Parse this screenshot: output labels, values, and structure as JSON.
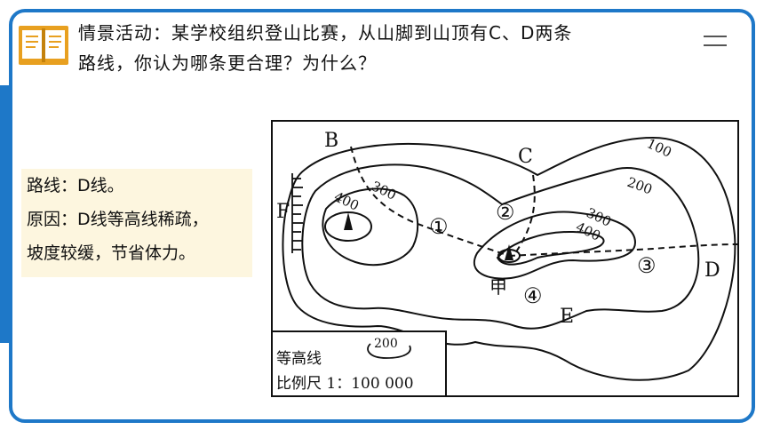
{
  "title": {
    "line1": "情景活动：某学校组织登山比赛，从山脚到山顶有C、D两条",
    "line2": "路线，你认为哪条更合理？为什么？"
  },
  "answer": {
    "line1": "路线：D线。",
    "line2": "原因：D线等高线稀疏，",
    "line3": "坡度较缓，节省体力。"
  },
  "map": {
    "point_labels": {
      "B": "B",
      "C": "C",
      "D": "D",
      "E": "E",
      "F": "F",
      "jia": "甲"
    },
    "contour_labels": {
      "c100": "100",
      "c200": "200",
      "c300_left": "300",
      "c300_right": "300",
      "c400_left": "400",
      "c400_right": "400"
    },
    "route_labels": {
      "r1": "①",
      "r2": "②",
      "r3": "③",
      "r4": "④"
    },
    "legend": {
      "contour_label": "等高线",
      "contour_sample_value": "200",
      "scale_label": "比例尺 1：100 000"
    }
  },
  "colors": {
    "accent": "#1e78c8",
    "answer_bg": "#fdf6df",
    "icon": "#e8a020"
  }
}
